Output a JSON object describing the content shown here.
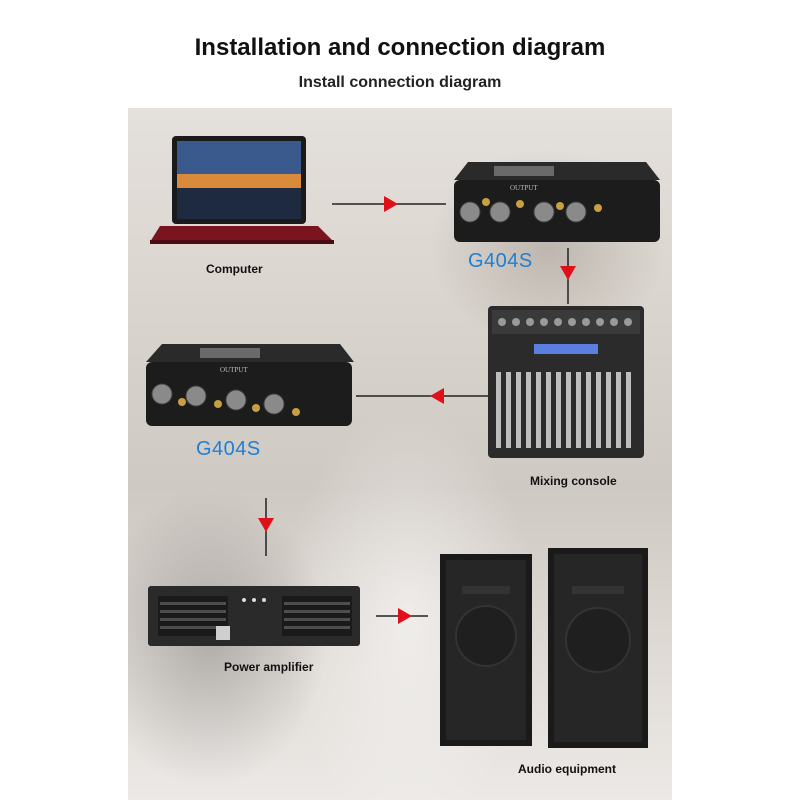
{
  "header": {
    "title": "Installation and connection diagram",
    "subtitle": "Install connection diagram"
  },
  "labels": {
    "computer": "Computer",
    "device_model": "G404S",
    "mixing_console": "Mixing console",
    "power_amplifier": "Power amplifier",
    "audio_equipment": "Audio equipment"
  },
  "device_text": {
    "output": "OUTPUT"
  },
  "colors": {
    "arrow": "#e0101a",
    "model_text": "#1e7fd6",
    "device_body": "#1c1c1c"
  }
}
